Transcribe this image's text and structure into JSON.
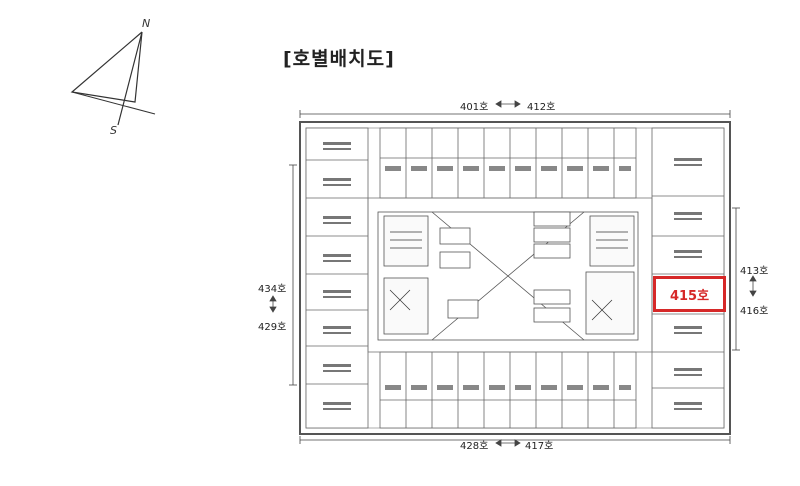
{
  "title": "[호별배치도]",
  "compass": {
    "north": "N",
    "south": "S"
  },
  "ranges": {
    "top": {
      "from": "401호",
      "to": "412호"
    },
    "bottom": {
      "from": "428호",
      "to": "417호"
    },
    "left": {
      "from": "434호",
      "to": "429호"
    },
    "right": {
      "from": "413호",
      "to": "416호"
    }
  },
  "highlight": {
    "label": "415호",
    "color": "#d62828"
  }
}
